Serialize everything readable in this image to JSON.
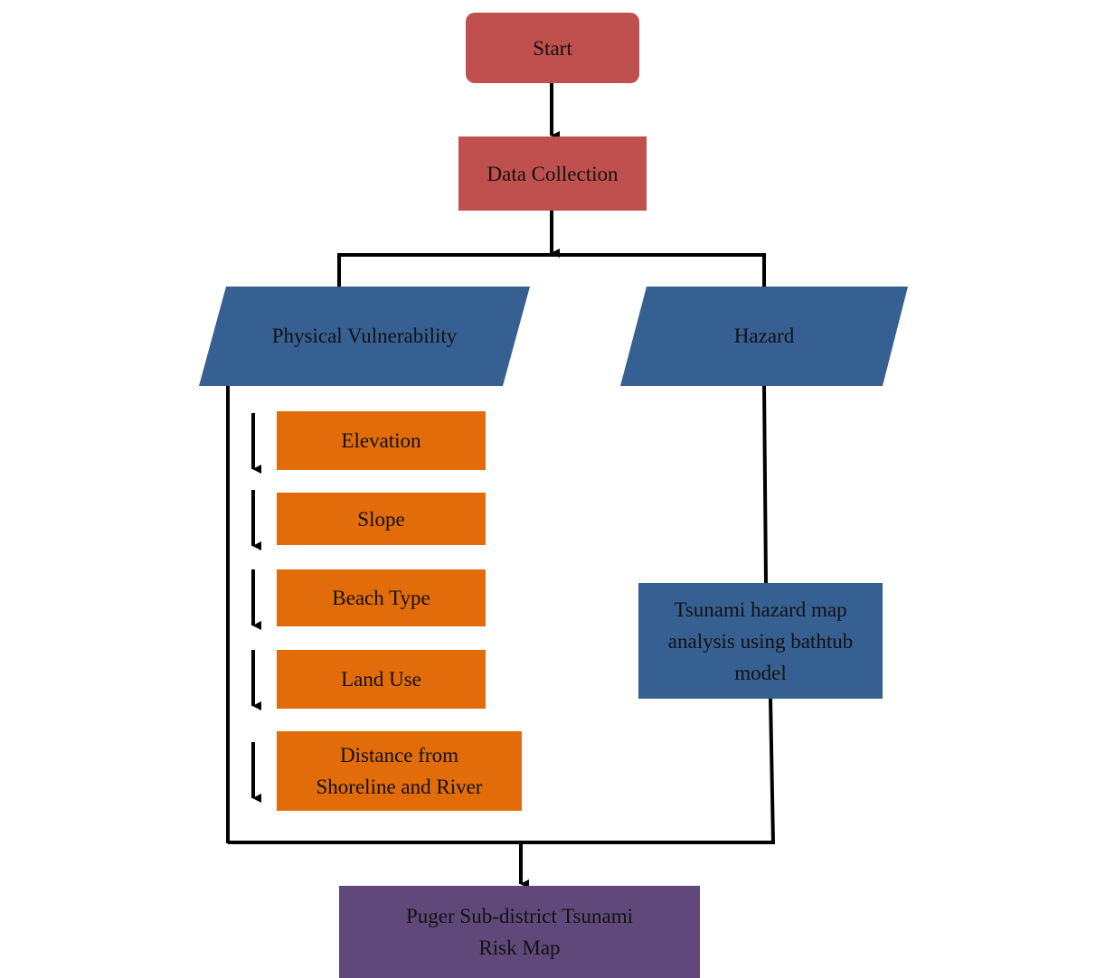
{
  "colors": {
    "start": "#c0504d",
    "data_collection": "#c0504d",
    "vulnerability": "#376092",
    "hazard": "#376092",
    "factors": "#e36c0a",
    "hazard_analysis": "#376092",
    "output": "#60497a",
    "connector": "#000000"
  },
  "nodes": {
    "start": "Start",
    "data_collection": "Data Collection",
    "physical_vulnerability": "Physical Vulnerability",
    "hazard": "Hazard",
    "factors": [
      "Elevation",
      "Slope",
      "Beach Type",
      "Land Use",
      "Distance from Shoreline and River"
    ],
    "hazard_analysis": "Tsunami hazard map analysis using bathtub model",
    "output": "Puger Sub-district Tsunami Risk Map"
  }
}
